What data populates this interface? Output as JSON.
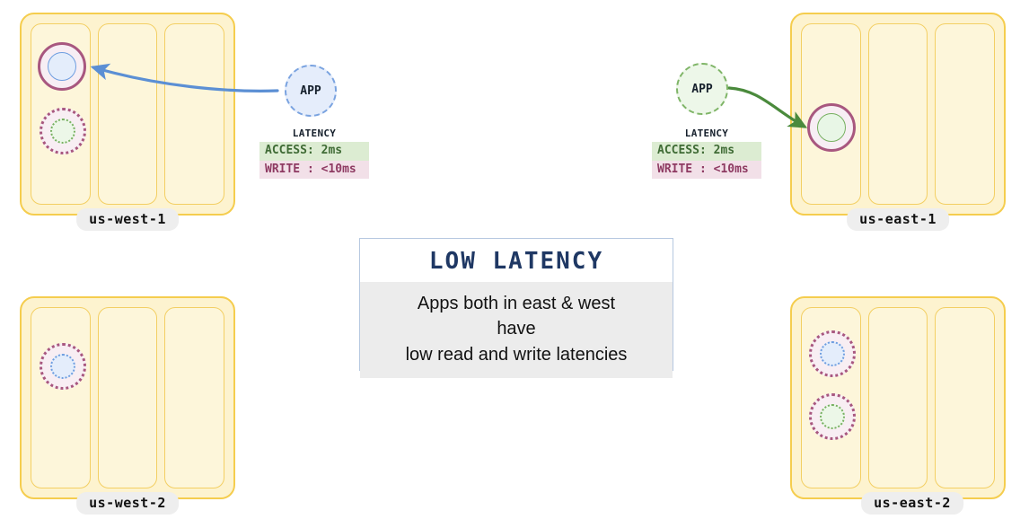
{
  "regions": [
    {
      "id": "us-west-1",
      "label": "us-west-1",
      "az_count": 3
    },
    {
      "id": "us-east-1",
      "label": "us-east-1",
      "az_count": 3
    },
    {
      "id": "us-west-2",
      "label": "us-west-2",
      "az_count": 3
    },
    {
      "id": "us-east-2",
      "label": "us-east-2",
      "az_count": 3
    }
  ],
  "apps": {
    "west": {
      "label": "APP",
      "latency": {
        "title": "LATENCY",
        "access": "ACCESS: 2ms",
        "write": "WRITE : <10ms"
      }
    },
    "east": {
      "label": "APP",
      "latency": {
        "title": "LATENCY",
        "access": "ACCESS: 2ms",
        "write": "WRITE : <10ms"
      }
    }
  },
  "info_card": {
    "title": "LOW LATENCY",
    "line1": "Apps both in east & west",
    "line2": "have",
    "line3": "low read and write latencies"
  },
  "colors": {
    "region_fill": "#fdf3cf",
    "region_border": "#f5cd4e",
    "az_fill": "#fdf6da",
    "az_border": "#f3cf63",
    "node_ring": "#a8577f",
    "node_ring_fill": "#f7eef4",
    "replica_blue": "#6e9ee0",
    "replica_blue_fill": "#e4edfb",
    "replica_green": "#77b061",
    "replica_green_fill": "#e8f6e6",
    "arrow_blue": "#5b8fd4",
    "arrow_green": "#4a8a3c",
    "info_title": "#1f3864",
    "info_body_bg": "#ececec",
    "info_border": "#b6c8e0",
    "label_pill_bg": "#eeeeee",
    "latency_access_bg": "#dcecd2",
    "latency_access_fg": "#3f6b35",
    "latency_write_bg": "#f2e0e8",
    "latency_write_fg": "#8e3a62"
  }
}
